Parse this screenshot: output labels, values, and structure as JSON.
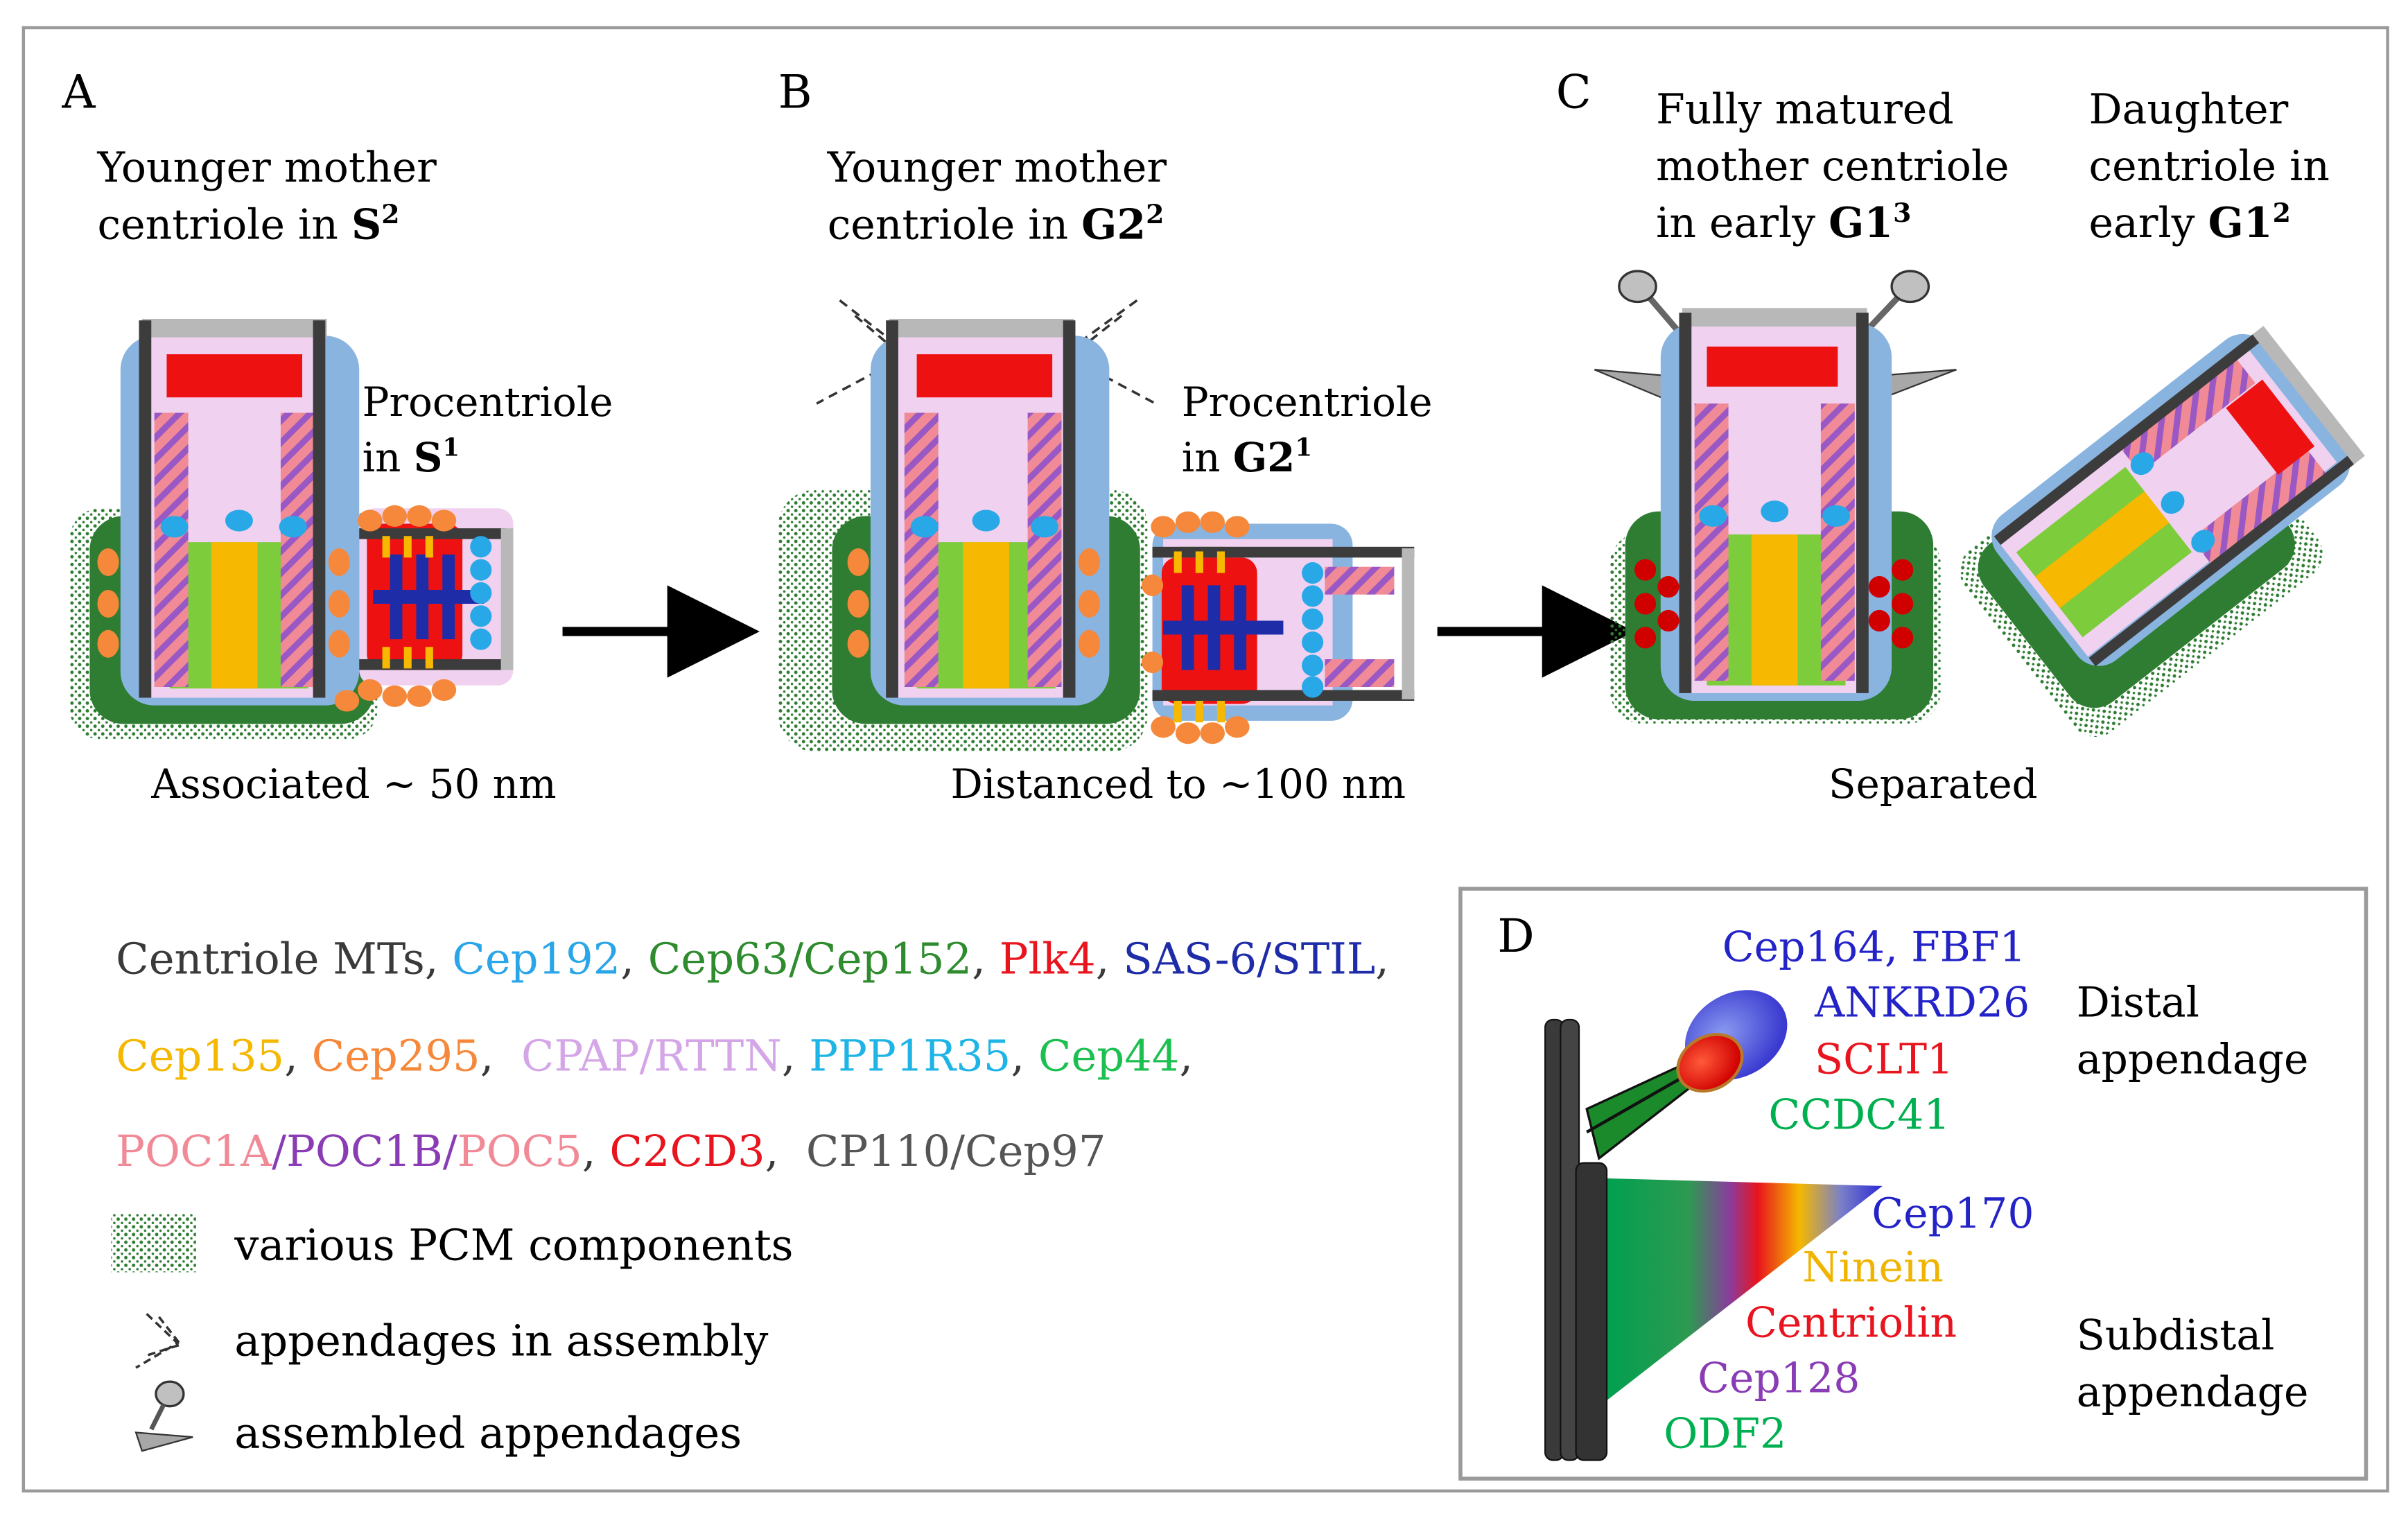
{
  "panels": {
    "a": {
      "letter": "A",
      "title_line1": "Younger mother",
      "title_line2_pre": "centriole in ",
      "title_line2_bold": "S",
      "title_line2_sup": "2",
      "pro_line1": "Procentriole",
      "pro_line2_pre": "in ",
      "pro_line2_bold": "S",
      "pro_line2_sup": "1",
      "caption": "Associated ~ 50 nm"
    },
    "b": {
      "letter": "B",
      "title_line1": "Younger mother",
      "title_line2_pre": "centriole in ",
      "title_line2_bold": "G2",
      "title_line2_sup": "2",
      "pro_line1": "Procentriole",
      "pro_line2_pre": "in ",
      "pro_line2_bold": "G2",
      "pro_line2_sup": "1",
      "caption": "Distanced to ~100 nm"
    },
    "c": {
      "letter": "C",
      "mother_line1": "Fully matured",
      "mother_line2": "mother centriole",
      "mother_line3_pre": "in early ",
      "mother_line3_bold": "G1",
      "mother_line3_sup": "3",
      "daughter_line1": "Daughter",
      "daughter_line2": "centriole in",
      "daughter_line3_pre": "early ",
      "daughter_line3_bold": "G1",
      "daughter_line3_sup": "2",
      "caption": "Separated"
    },
    "d": {
      "letter": "D",
      "distal": {
        "proteins": [
          {
            "text": "Cep164",
            "color": "#2323c8"
          },
          {
            "text": "FBF1",
            "color": "#2323c8"
          },
          {
            "text": "ANKRD26",
            "color": "#2323c8"
          },
          {
            "text": "SCLT1",
            "color": "#e8141e"
          },
          {
            "text": "CCDC41",
            "color": "#00b050"
          }
        ],
        "label_line1": "Distal",
        "label_line2": "appendage"
      },
      "subdistal": {
        "proteins": [
          {
            "text": "Cep170",
            "color": "#2323c8"
          },
          {
            "text": "Ninein",
            "color": "#f0b400"
          },
          {
            "text": "Centriolin",
            "color": "#e8141e"
          },
          {
            "text": "Cep128",
            "color": "#8a3cb4"
          },
          {
            "text": "ODF2",
            "color": "#00b050"
          }
        ],
        "label_line1": "Subdistal",
        "label_line2": "appendage"
      }
    }
  },
  "legend": {
    "line1": [
      {
        "text": "Centriole MTs",
        "color": "#3a3a3a"
      },
      {
        "text": ", ",
        "color": "#3a3a3a"
      },
      {
        "text": "Cep192",
        "color": "#2aa6e8"
      },
      {
        "text": ", ",
        "color": "#3a3a3a"
      },
      {
        "text": "Cep63/Cep152",
        "color": "#2e8b2e"
      },
      {
        "text": ", ",
        "color": "#3a3a3a"
      },
      {
        "text": "Plk4",
        "color": "#e8141e"
      },
      {
        "text": ", ",
        "color": "#3a3a3a"
      },
      {
        "text": "SAS-6/STIL",
        "color": "#1f2ca8"
      },
      {
        "text": ",",
        "color": "#3a3a3a"
      }
    ],
    "line2": [
      {
        "text": "Cep135",
        "color": "#f5b800"
      },
      {
        "text": ", ",
        "color": "#3a3a3a"
      },
      {
        "text": "Cep295",
        "color": "#f5883a"
      },
      {
        "text": ",  ",
        "color": "#3a3a3a"
      },
      {
        "text": "CPAP/RTTN",
        "color": "#d4a6e8"
      },
      {
        "text": ", ",
        "color": "#3a3a3a"
      },
      {
        "text": "PPP1R35",
        "color": "#1fb4e6"
      },
      {
        "text": ", ",
        "color": "#3a3a3a"
      },
      {
        "text": "Cep44",
        "color": "#1cc050"
      },
      {
        "text": ",",
        "color": "#3a3a3a"
      }
    ],
    "line3": [
      {
        "text": "POC1A",
        "color": "#f08a96"
      },
      {
        "text": "/",
        "color": "#8a3cb4"
      },
      {
        "text": "POC1B",
        "color": "#8a3cb4"
      },
      {
        "text": "/",
        "color": "#8a3cb4"
      },
      {
        "text": "POC5",
        "color": "#f08a96"
      },
      {
        "text": ", ",
        "color": "#3a3a3a"
      },
      {
        "text": "C2CD3",
        "color": "#e8141e"
      },
      {
        "text": ",  ",
        "color": "#3a3a3a"
      },
      {
        "text": "CP110/Cep97",
        "color": "#555555"
      }
    ],
    "pcm_label": "various PCM components",
    "assembly_label": "appendages in assembly",
    "assembled_label": "assembled appendages"
  },
  "colors": {
    "pcm": "#2e7d32",
    "mt": "#3c3c3c",
    "cep192": "#29a8e8",
    "cpap": "#f0d2f0",
    "cep63": "#8ab4e0",
    "plk4": "#ee1111",
    "sas6": "#1f2ca8",
    "cep135": "#f6b800",
    "cep295": "#f5883a",
    "cep44": "#7ccc3c",
    "cap": "#b8b8b8"
  }
}
